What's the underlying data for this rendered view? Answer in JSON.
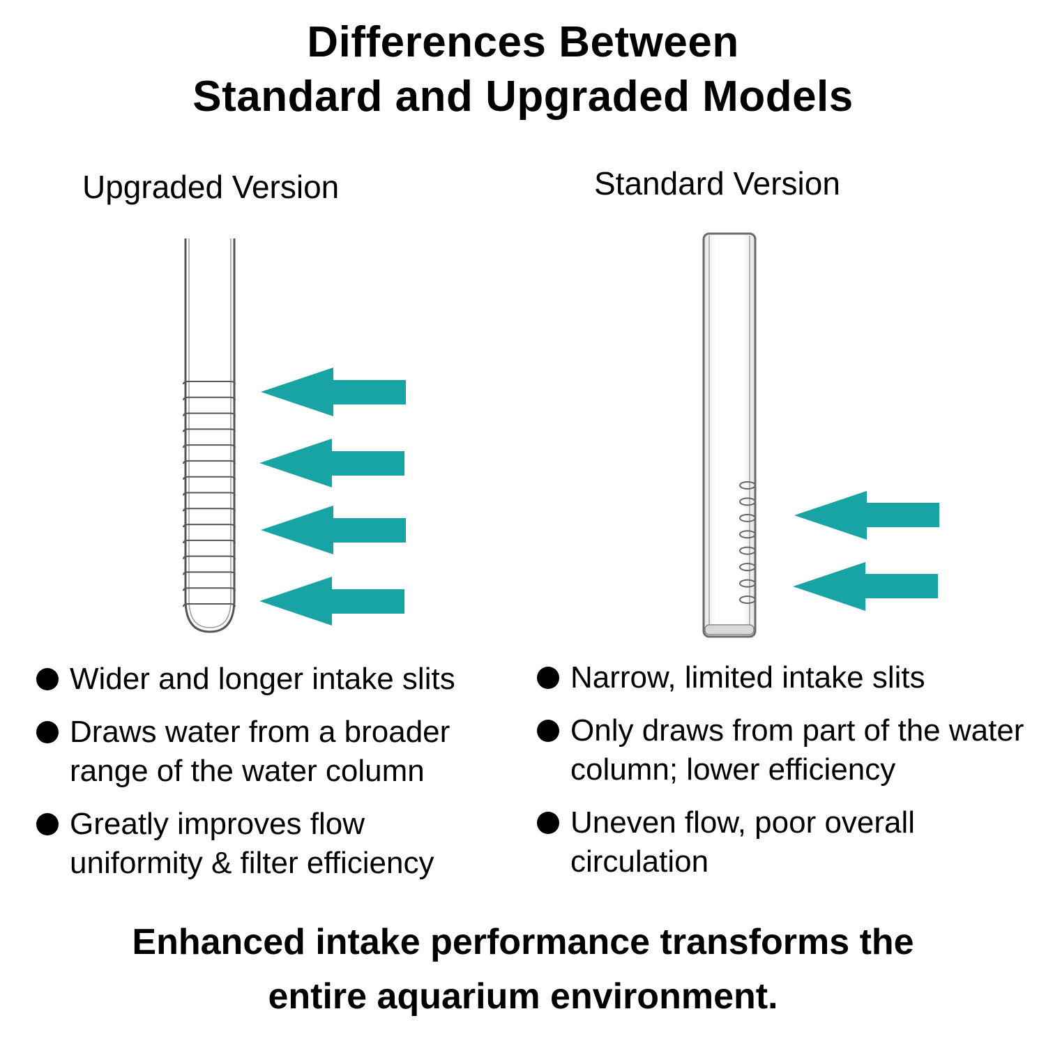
{
  "title": {
    "line1": "Differences Between",
    "line2": "Standard and Upgraded Models"
  },
  "columns": {
    "upgraded": {
      "label": "Upgraded Version",
      "slit_count": 15,
      "arrow_count": 4,
      "bullets": [
        "Wider and longer intake slits",
        "Draws water from a broader range of the water column",
        "Greatly improves flow uniformity & filter efficiency"
      ]
    },
    "standard": {
      "label": "Standard Version",
      "slit_count": 8,
      "arrow_count": 2,
      "bullets": [
        "Narrow, limited intake slits",
        "Only draws from part of the water column; lower efficiency",
        "Uneven flow, poor overall circulation"
      ]
    }
  },
  "footer": {
    "line1": "Enhanced intake performance transforms the",
    "line2": "entire aquarium environment."
  },
  "colors": {
    "arrow": "#18a3a4",
    "tube_outline": "#555555"
  },
  "icons": {
    "arrow": "left-arrow-icon",
    "bullet": "bullet-dot-icon",
    "tube": "intake-tube-icon"
  }
}
